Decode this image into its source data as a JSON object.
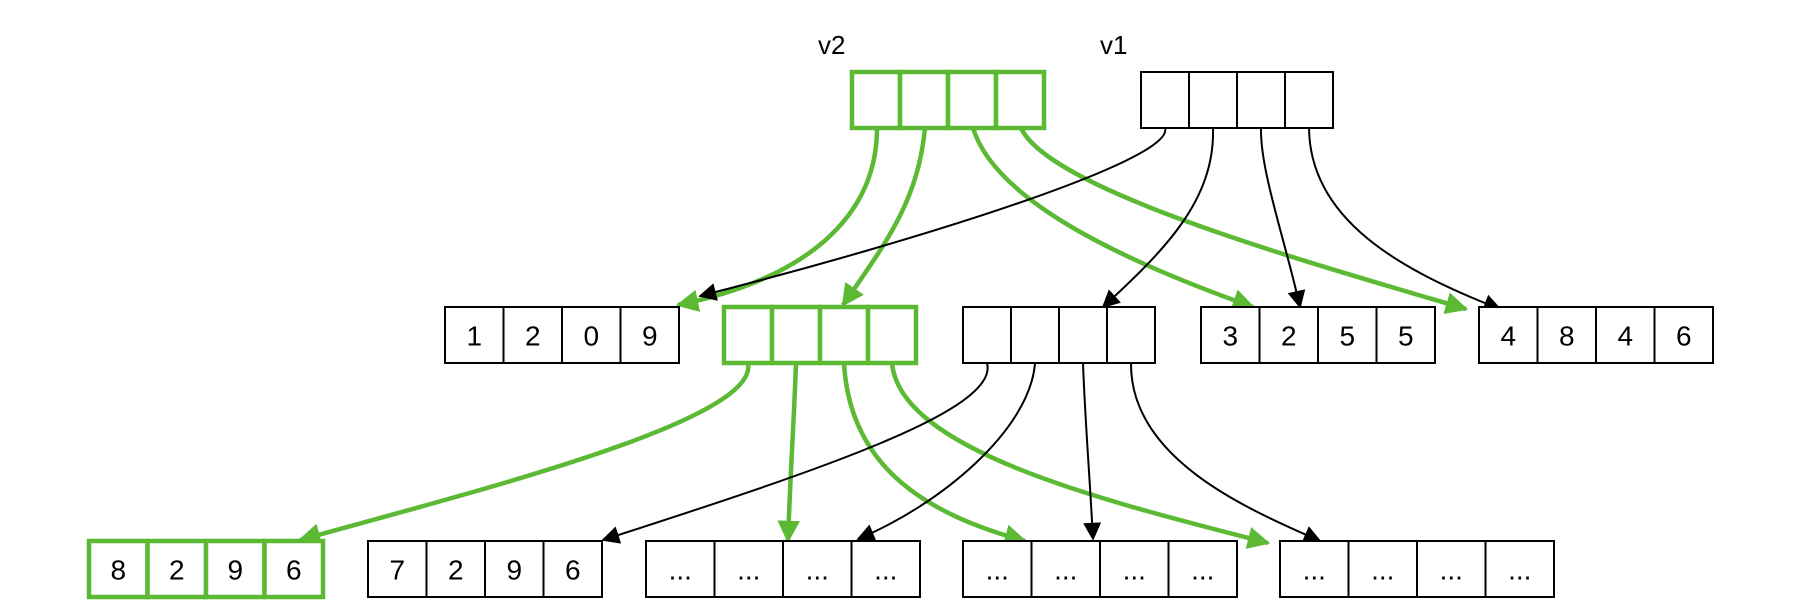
{
  "colors": {
    "highlight": "#5bb934",
    "line": "#000000"
  },
  "labels": {
    "v2": "v2",
    "v1": "v1"
  },
  "nodes": {
    "v2": {
      "cells": [
        "",
        "",
        "",
        ""
      ],
      "highlight": true
    },
    "v1": {
      "cells": [
        "",
        "",
        "",
        ""
      ],
      "highlight": false
    },
    "leaf_1209": {
      "cells": [
        "1",
        "2",
        "0",
        "9"
      ],
      "highlight": false
    },
    "mid_green": {
      "cells": [
        "",
        "",
        "",
        ""
      ],
      "highlight": true
    },
    "mid_black": {
      "cells": [
        "",
        "",
        "",
        ""
      ],
      "highlight": false
    },
    "leaf_3255": {
      "cells": [
        "3",
        "2",
        "5",
        "5"
      ],
      "highlight": false
    },
    "leaf_4846": {
      "cells": [
        "4",
        "8",
        "4",
        "6"
      ],
      "highlight": false
    },
    "leaf_8296": {
      "cells": [
        "8",
        "2",
        "9",
        "6"
      ],
      "highlight": true
    },
    "leaf_7296": {
      "cells": [
        "7",
        "2",
        "9",
        "6"
      ],
      "highlight": false
    },
    "leaf_a": {
      "cells": [
        "...",
        "...",
        "...",
        "..."
      ],
      "highlight": false
    },
    "leaf_b": {
      "cells": [
        "...",
        "...",
        "...",
        "..."
      ],
      "highlight": false
    },
    "leaf_c": {
      "cells": [
        "...",
        "...",
        "...",
        "..."
      ],
      "highlight": false
    }
  }
}
